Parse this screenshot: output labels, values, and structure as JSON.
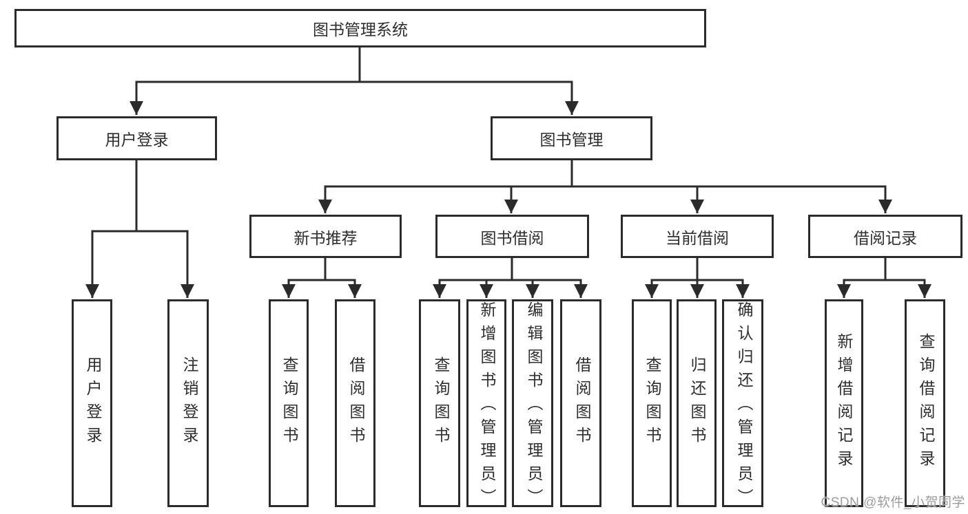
{
  "diagram": {
    "root": {
      "label": "图书管理系统"
    },
    "branches": [
      {
        "label": "用户登录",
        "children": [
          {
            "label": "用户登录"
          },
          {
            "label": "注销登录"
          }
        ]
      },
      {
        "label": "图书管理",
        "children": [
          {
            "label": "新书推荐",
            "children": [
              {
                "label": "查询图书"
              },
              {
                "label": "借阅图书"
              }
            ]
          },
          {
            "label": "图书借阅",
            "children": [
              {
                "label": "查询图书"
              },
              {
                "label": "新增图书（管理员）"
              },
              {
                "label": "编辑图书（管理员）"
              },
              {
                "label": "借阅图书"
              }
            ]
          },
          {
            "label": "当前借阅",
            "children": [
              {
                "label": "查询图书"
              },
              {
                "label": "归还图书"
              },
              {
                "label": "确认归还（管理员）"
              }
            ]
          },
          {
            "label": "借阅记录",
            "children": [
              {
                "label": "新增借阅记录"
              },
              {
                "label": "查询借阅记录"
              }
            ]
          }
        ]
      }
    ],
    "watermark": "CSDN @软件_小贺同学"
  },
  "colors": {
    "line": "#2b2b2b",
    "text": "#2e2e2e",
    "box_background": "#ffffff",
    "page_background": "#ffffff",
    "watermark": "#9c9c9c"
  }
}
